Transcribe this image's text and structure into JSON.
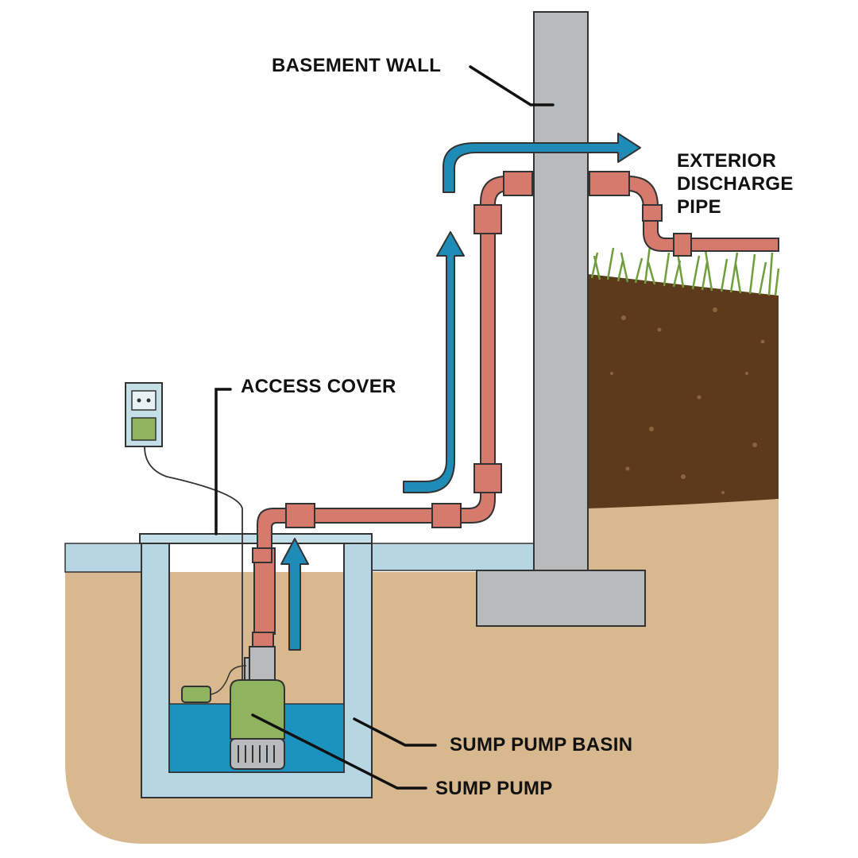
{
  "labels": {
    "basement_wall": "BASEMENT WALL",
    "exterior_discharge_pipe": [
      "EXTERIOR",
      "DISCHARGE",
      "PIPE"
    ],
    "access_cover": "ACCESS COVER",
    "sump_pump_basin": "SUMP PUMP BASIN",
    "sump_pump": "SUMP PUMP"
  },
  "colors": {
    "soil_sand": "#d8b88f",
    "soil_dark": "#5e3a1c",
    "grass": "#6f9e3c",
    "concrete": "#b9babb",
    "basin_liner": "#b6d6e3",
    "pipe": "#d67a6d",
    "water": "#1a93c0",
    "flow_arrow": "#1f8cb8",
    "pump_body": "#8fb35f",
    "outline": "#333333"
  }
}
